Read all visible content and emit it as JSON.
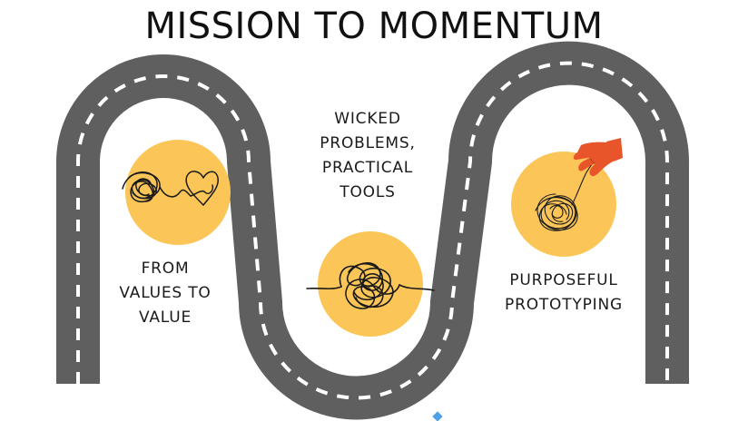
{
  "title": "MISSION TO MOMENTUM",
  "stages": [
    {
      "lines": [
        "FROM",
        "VALUES TO",
        "VALUE"
      ],
      "illustration": "tangled-line-to-heart-icon"
    },
    {
      "lines": [
        "WICKED",
        "PROBLEMS,",
        "PRACTICAL",
        "TOOLS"
      ],
      "illustration": "tangled-scribble-icon"
    },
    {
      "lines": [
        "PURPOSEFUL",
        "PROTOTYPING"
      ],
      "illustration": "hand-pulling-thread-icon"
    }
  ],
  "colors": {
    "road": "#5f5f5f",
    "road_dash": "#ffffff",
    "circle": "#fbc657",
    "hand": "#e8552b",
    "ink": "#1a1a1a",
    "marker": "#4ea1e8"
  }
}
